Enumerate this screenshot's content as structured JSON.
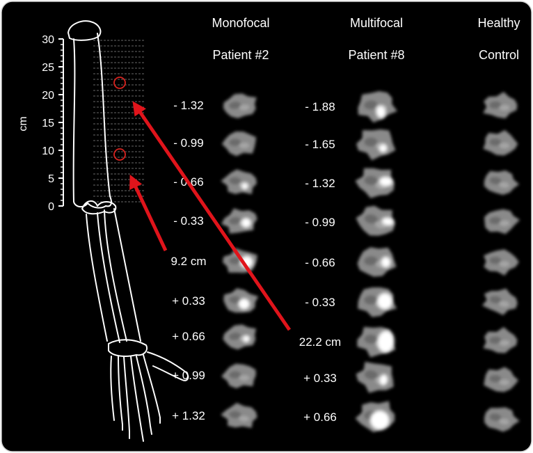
{
  "axis": {
    "unit": "cm",
    "ticks": [
      "0",
      "5",
      "10",
      "15",
      "20",
      "25",
      "30"
    ]
  },
  "columns": [
    {
      "title_line1": "Monofocal",
      "title_line2": "Patient #2",
      "labels": [
        "- 1.32",
        "- 0.99",
        "- 0.66",
        "- 0.33",
        "9.2 cm",
        "+ 0.33",
        "+ 0.66",
        "+ 0.99",
        "+ 1.32"
      ]
    },
    {
      "title_line1": "Multifocal",
      "title_line2": "Patient #8",
      "labels": [
        "- 1.88",
        "- 1.65",
        "- 1.32",
        "- 0.99",
        "- 0.66",
        "- 0.33",
        "22.2 cm",
        "+ 0.33",
        "+ 0.66"
      ]
    },
    {
      "title_line1": "Healthy",
      "title_line2": "Control",
      "labels": []
    }
  ],
  "colors": {
    "background": "#000000",
    "arrow": "#e0141b",
    "marker": "#d8231f",
    "outline": "#ffffff"
  }
}
